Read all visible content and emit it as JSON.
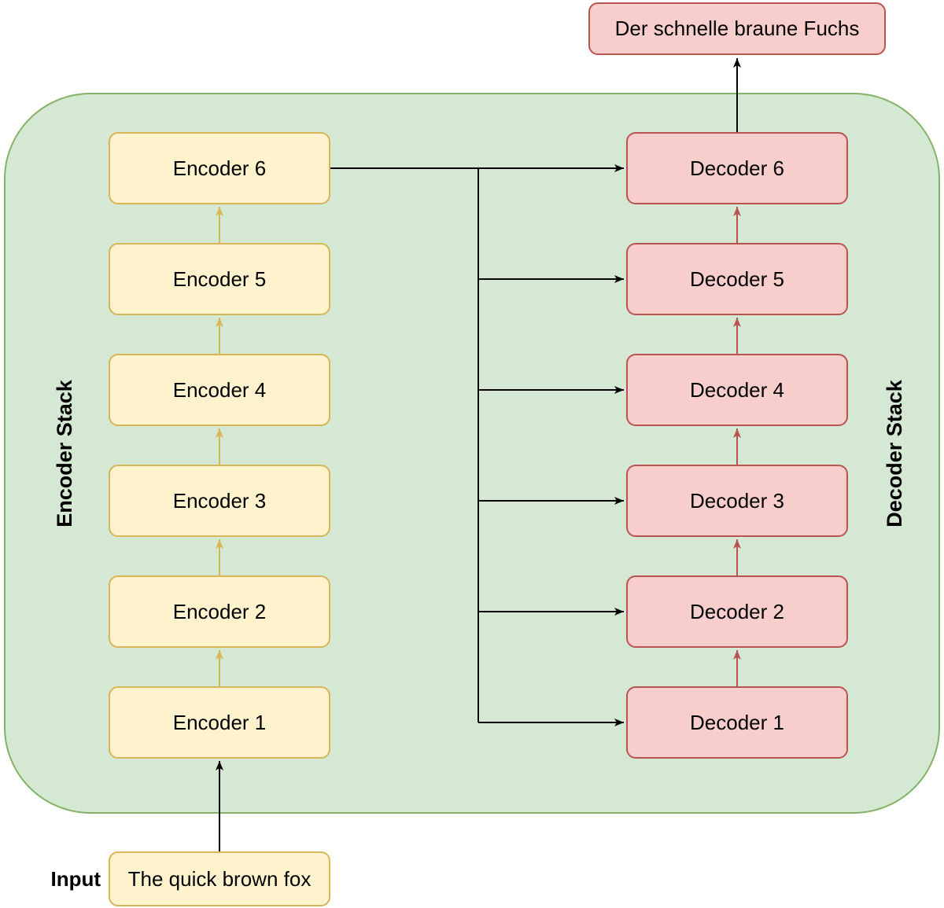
{
  "colors": {
    "canvas-bg": "#ffffff",
    "container-fill": "#d5e8d4",
    "container-border": "#82b366",
    "encoder-fill": "#fff2cc",
    "encoder-border": "#d6b656",
    "decoder-fill": "#f8cecc",
    "decoder-border": "#b85450",
    "arrow-black": "#000000",
    "arrow-yellow": "#d6b656",
    "arrow-red": "#b85450",
    "text": "#000000"
  },
  "diagram": {
    "output_box": "Der schnelle braune Fuchs",
    "input_label": "Input",
    "input_box": "The quick brown fox",
    "encoder_stack_label": "Encoder Stack",
    "decoder_stack_label": "Decoder Stack",
    "encoders": [
      "Encoder 6",
      "Encoder 5",
      "Encoder 4",
      "Encoder 3",
      "Encoder 2",
      "Encoder 1"
    ],
    "decoders": [
      "Decoder 6",
      "Decoder 5",
      "Decoder 4",
      "Decoder 3",
      "Decoder 2",
      "Decoder 1"
    ]
  }
}
